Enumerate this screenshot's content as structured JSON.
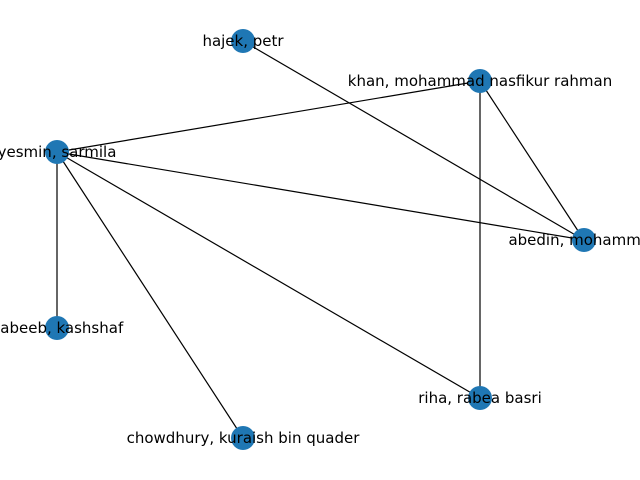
{
  "graph": {
    "node_color": "#1f77b4",
    "edge_color": "#000000",
    "nodes": [
      {
        "id": "n1",
        "label": "hajek, petr"
      },
      {
        "id": "n2",
        "label": "khan, mohammad nasfikur rahman"
      },
      {
        "id": "n3",
        "label": "yesmin, sarmila"
      },
      {
        "id": "n4",
        "label": "abedin, mohammad"
      },
      {
        "id": "n5",
        "label": "habeeb, kashshaf"
      },
      {
        "id": "n6",
        "label": "riha, rabea basri"
      },
      {
        "id": "n7",
        "label": "chowdhury, kuraish bin quader"
      }
    ],
    "edges": [
      [
        "n1",
        "n4"
      ],
      [
        "n2",
        "n3"
      ],
      [
        "n2",
        "n4"
      ],
      [
        "n2",
        "n6"
      ],
      [
        "n3",
        "n4"
      ],
      [
        "n3",
        "n5"
      ],
      [
        "n3",
        "n6"
      ],
      [
        "n3",
        "n7"
      ]
    ]
  }
}
